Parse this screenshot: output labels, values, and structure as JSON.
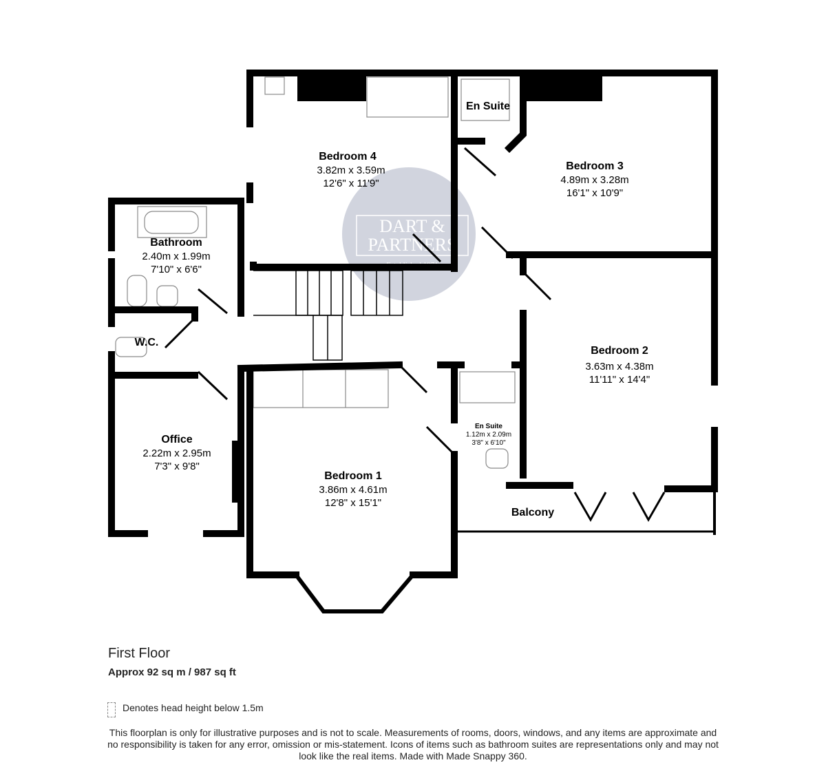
{
  "floor": {
    "title": "First Floor",
    "area": "Approx 92 sq m / 987 sq ft"
  },
  "rooms": {
    "bedroom4": {
      "name": "Bedroom 4",
      "metric": "3.82m x 3.59m",
      "imperial": "12'6\" x 11'9\""
    },
    "ensuite_top": {
      "name": "En Suite"
    },
    "bedroom3": {
      "name": "Bedroom 3",
      "metric": "4.89m x 3.28m",
      "imperial": "16'1\" x 10'9\""
    },
    "bathroom": {
      "name": "Bathroom",
      "metric": "2.40m x 1.99m",
      "imperial": "7'10\" x 6'6\""
    },
    "wc": {
      "name": "W.C."
    },
    "bedroom2": {
      "name": "Bedroom 2",
      "metric": "3.63m x 4.38m",
      "imperial": "11'11\" x 14'4\""
    },
    "office": {
      "name": "Office",
      "metric": "2.22m x 2.95m",
      "imperial": "7'3\" x 9'8\""
    },
    "bedroom1": {
      "name": "Bedroom 1",
      "metric": "3.86m x 4.61m",
      "imperial": "12'8\" x 15'1\""
    },
    "ensuite_small": {
      "name": "En Suite",
      "metric": "1.12m x 2.09m",
      "imperial": "3'8\" x 6'10\""
    },
    "balcony": {
      "name": "Balcony"
    }
  },
  "watermark": {
    "line1": "DART &",
    "line2": "PARTNERS",
    "line3": "Established 1971",
    "color": "#c9ccd8"
  },
  "legend": "Denotes head height below 1.5m",
  "disclaimer": "This floorplan is only for illustrative purposes and is not to scale. Measurements of rooms, doors, windows, and any items are approximate and no responsibility is taken for any error, omission or mis-statement. Icons of items such as bathroom suites are representations only and may not look like the real items. Made with Made Snappy 360."
}
